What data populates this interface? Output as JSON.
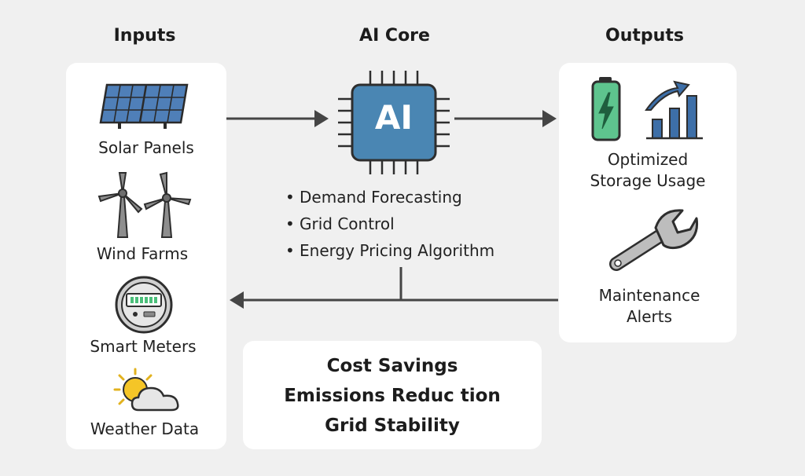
{
  "headings": {
    "inputs": "Inputs",
    "core": "AI Core",
    "outputs": "Outputs"
  },
  "inputs": [
    {
      "label": "Solar Panels",
      "icon": "solar-panel-icon"
    },
    {
      "label": "Wind Farms",
      "icon": "wind-turbine-icon"
    },
    {
      "label": "Smart Meters",
      "icon": "smart-meter-icon"
    },
    {
      "label": "Weather Data",
      "icon": "sun-cloud-icon"
    }
  ],
  "core": {
    "chip_label": "AI",
    "functions": [
      "Demand Forecasting",
      "Grid Control",
      "Energy Pricing Algorithm"
    ],
    "bullet": "•"
  },
  "outputs": [
    {
      "label_line1": "Optimized",
      "label_line2": "Storage Usage",
      "icon": "battery-chart-icon"
    },
    {
      "label_line1": "Maintenance",
      "label_line2": "Alerts",
      "icon": "wrench-icon"
    }
  ],
  "benefits": [
    "Cost Savings",
    "Emissions Reduc tion",
    "Grid Stability"
  ],
  "colors": {
    "chip_blue": "#4a86b3",
    "panel_blue": "#4f7fb8",
    "battery_green": "#5ec48e",
    "chart_blue": "#3d6fa8",
    "arrow": "#454545"
  }
}
